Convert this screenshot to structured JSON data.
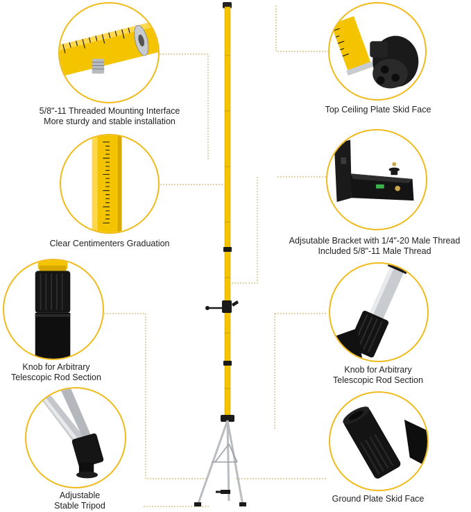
{
  "colors": {
    "accent": "#f0ba1a",
    "pole": "#f5c400",
    "metal": "#c8ccd0",
    "black": "#111111",
    "text": "#222222"
  },
  "features": {
    "threaded_interface": {
      "line1": "5/8\"-11 Threaded Mounting Interface",
      "line2": "More sturdy and stable installation"
    },
    "top_ceiling_plate": {
      "line1": "Top Ceiling Plate Skid Face"
    },
    "graduation": {
      "line1": "Clear Centimenters Graduation"
    },
    "bracket": {
      "line1": "Adjsutable Bracket with 1/4\"-20 Male Thread",
      "line2": "Included 5/8\"-11 Male Thread"
    },
    "knob_left": {
      "line1": "Knob for Arbitrary",
      "line2": "Telescopic Rod Section"
    },
    "knob_right": {
      "line1": "Knob for Arbitrary",
      "line2": "Telescopic Rod Section"
    },
    "tripod": {
      "line1": "Adjustable",
      "line2": "Stable Tripod"
    },
    "ground_plate": {
      "line1": "Ground Plate Skid Face"
    }
  }
}
